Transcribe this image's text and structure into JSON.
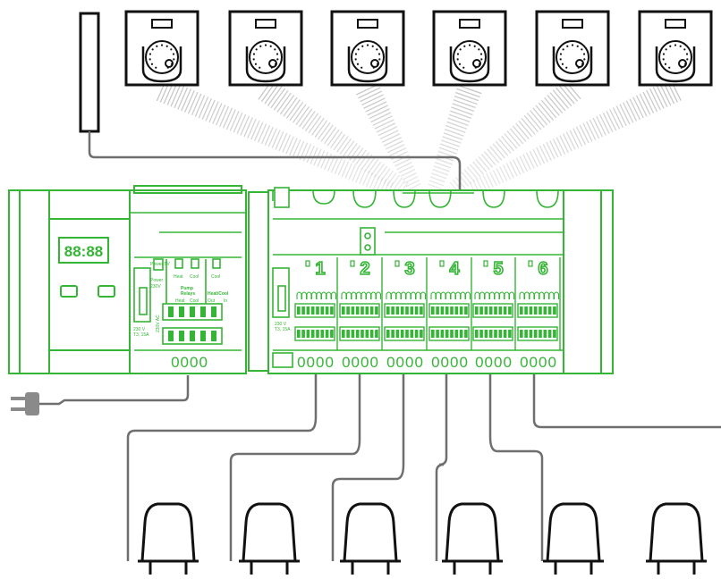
{
  "colors": {
    "device": "#35b535",
    "device_light": "#9fe09f",
    "wire": "#6f6f6f",
    "ink": "#111111",
    "signal": "#c4c4c4",
    "plug": "#8a8a8a"
  },
  "icons": [
    "wall-sensor-icon",
    "room-thermostat-icon",
    "power-plug-icon",
    "thermal-actuator-icon"
  ],
  "thermostat_count": 6,
  "actuator_count": 6,
  "display": {
    "digits": "88:88"
  },
  "left_unit": {
    "power_label": "Power 5V",
    "power_label_2": "Power",
    "power_value": "230V",
    "heat_label": "Heat",
    "cool_label": "Cool",
    "cool_label_2": "Cool",
    "pump_label": "Pump",
    "relays_label": "Relays",
    "heat_small": "Heat",
    "cool_small": "Cool",
    "heatcool_label": "Heat/Cool",
    "out_label": "Out",
    "in_label": "In",
    "mains_label": "230V AC",
    "fuse_label_1": "230 V",
    "fuse_label_2": "T3, 15A",
    "terminals": "0000"
  },
  "zone_unit": {
    "fuse_label_1": "230 V",
    "fuse_label_2": "T3, 15A",
    "zones": [
      {
        "number": "1",
        "terminals": "0000"
      },
      {
        "number": "2",
        "terminals": "0000"
      },
      {
        "number": "3",
        "terminals": "0000"
      },
      {
        "number": "4",
        "terminals": "0000"
      },
      {
        "number": "5",
        "terminals": "0000"
      },
      {
        "number": "6",
        "terminals": "0000"
      }
    ]
  }
}
